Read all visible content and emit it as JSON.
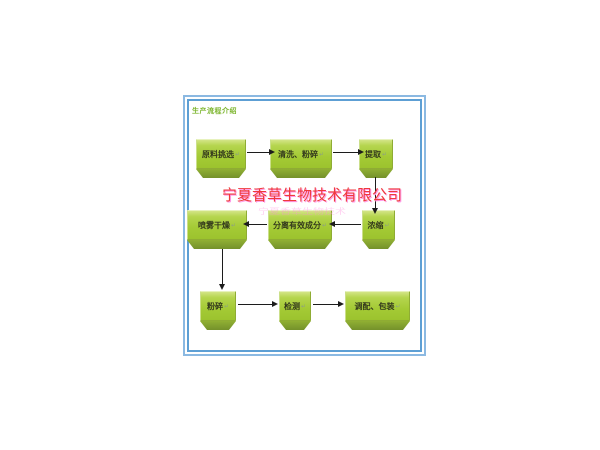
{
  "diagram": {
    "title": "生产流程介绍",
    "watermark": "宁夏香草生物技术有限公司",
    "return_mark": "↵",
    "colors": {
      "box_green": "#a4ca35",
      "box_base_green": "#74912b",
      "frame_blue_inner": "#5d9fd4",
      "frame_blue_outer": "#8bb9e2",
      "title_green": "#7cb52e",
      "watermark_red": "#ee3a3c",
      "arrow_black": "#1c1c1c"
    }
  },
  "flow": {
    "boxes": [
      {
        "id": "raw-material-selection",
        "label": "原料挑选"
      },
      {
        "id": "washing-crushing",
        "label": "清洗、粉碎"
      },
      {
        "id": "extraction",
        "label": "提取"
      },
      {
        "id": "concentration",
        "label": "浓缩"
      },
      {
        "id": "separate-active-ingredients",
        "label": "分离有效成分"
      },
      {
        "id": "spray-drying",
        "label": "喷雾干燥"
      },
      {
        "id": "crushing",
        "label": "粉碎"
      },
      {
        "id": "testing",
        "label": "检测"
      },
      {
        "id": "blending-packaging",
        "label": "调配、包装"
      }
    ],
    "edges": [
      {
        "from": "原料挑选",
        "to": "清洗、粉碎"
      },
      {
        "from": "清洗、粉碎",
        "to": "提取"
      },
      {
        "from": "提取",
        "to": "浓缩"
      },
      {
        "from": "浓缩",
        "to": "分离有效成分"
      },
      {
        "from": "分离有效成分",
        "to": "喷雾干燥"
      },
      {
        "from": "喷雾干燥",
        "to": "粉碎"
      },
      {
        "from": "粉碎",
        "to": "检测"
      },
      {
        "from": "检测",
        "to": "调配、包装"
      }
    ]
  }
}
